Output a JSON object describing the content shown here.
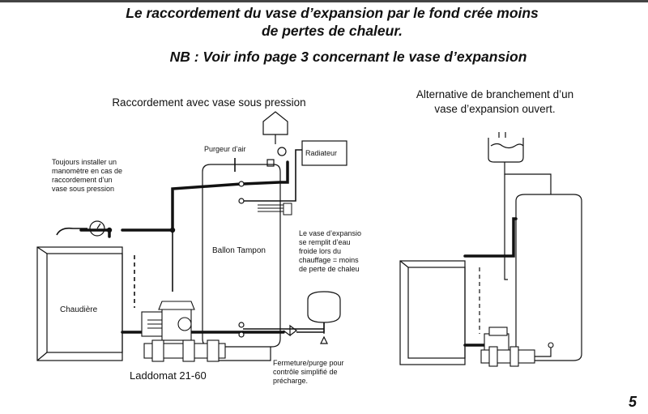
{
  "header": {
    "title_line1": "Le raccordement du vase d’expansion par le fond crée moins",
    "title_line2": "de pertes de chaleur.",
    "nb_note": "NB : Voir info page 3 concernant le vase d’expansion"
  },
  "left_diagram": {
    "title": "Raccordement avec vase sous pression",
    "manometer_note": [
      "Toujours installer un",
      "manomètre en cas de",
      "raccordement d’un",
      "vase sous pression"
    ],
    "air_vent": "Purgeur d’air",
    "radiator": "Radiateur",
    "boiler": "Chaudière",
    "buffer_tank": "Ballon Tampon",
    "expansion_note": [
      "Le vase d’expansio",
      "se remplit d’eau",
      "froide lors du",
      "chauffage = moins",
      "de perte de chaleu"
    ],
    "drain_note": [
      "Fermeture/purge pour",
      "contrôle simplifié de",
      "précharge."
    ],
    "laddomat": "Laddomat 21-60"
  },
  "right_diagram": {
    "title_line1": "Alternative de branchement d’un",
    "title_line2": "vase d’expansion ouvert."
  },
  "page_number": "5"
}
